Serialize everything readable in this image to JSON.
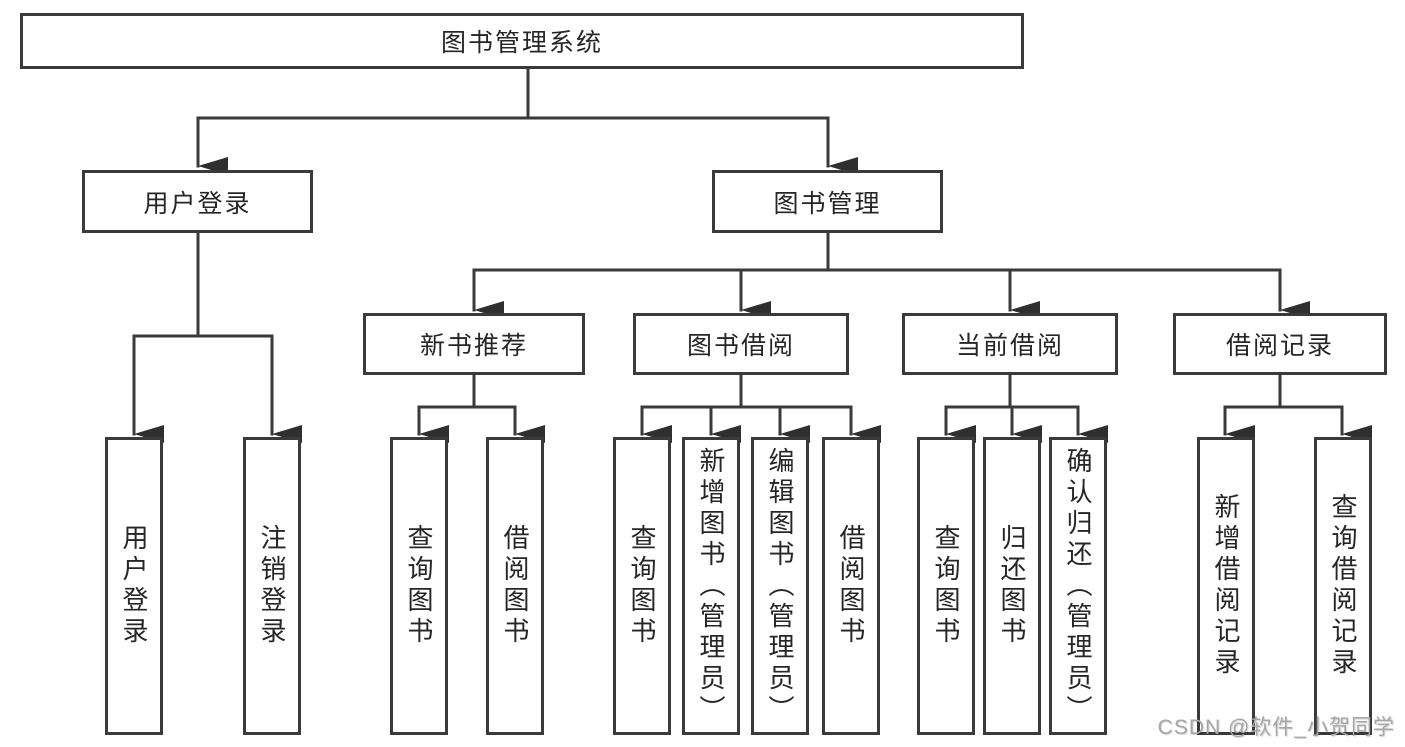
{
  "tree": {
    "root": {
      "label": "图书管理系统"
    },
    "branches": [
      {
        "label": "用户登录",
        "children": [
          {
            "label": "用户登录"
          },
          {
            "label": "注销登录"
          }
        ]
      },
      {
        "label": "图书管理",
        "groups": [
          {
            "label": "新书推荐",
            "children": [
              {
                "label": "查询图书"
              },
              {
                "label": "借阅图书"
              }
            ]
          },
          {
            "label": "图书借阅",
            "children": [
              {
                "label": "查询图书"
              },
              {
                "label": "新增图书（管理员）"
              },
              {
                "label": "编辑图书（管理员）"
              },
              {
                "label": "借阅图书"
              }
            ]
          },
          {
            "label": "当前借阅",
            "children": [
              {
                "label": "查询图书"
              },
              {
                "label": "归还图书"
              },
              {
                "label": "确认归还（管理员）"
              }
            ]
          },
          {
            "label": "借阅记录",
            "children": [
              {
                "label": "新增借阅记录"
              },
              {
                "label": "查询借阅记录"
              }
            ]
          }
        ]
      }
    ]
  },
  "watermark": {
    "text": "CSDN @软件_小贺同学"
  },
  "colors": {
    "line": "#3a3a3a",
    "box_border": "#3a3a3a",
    "text": "#262626",
    "watermark": "#a6a6a6",
    "background": "#ffffff"
  }
}
